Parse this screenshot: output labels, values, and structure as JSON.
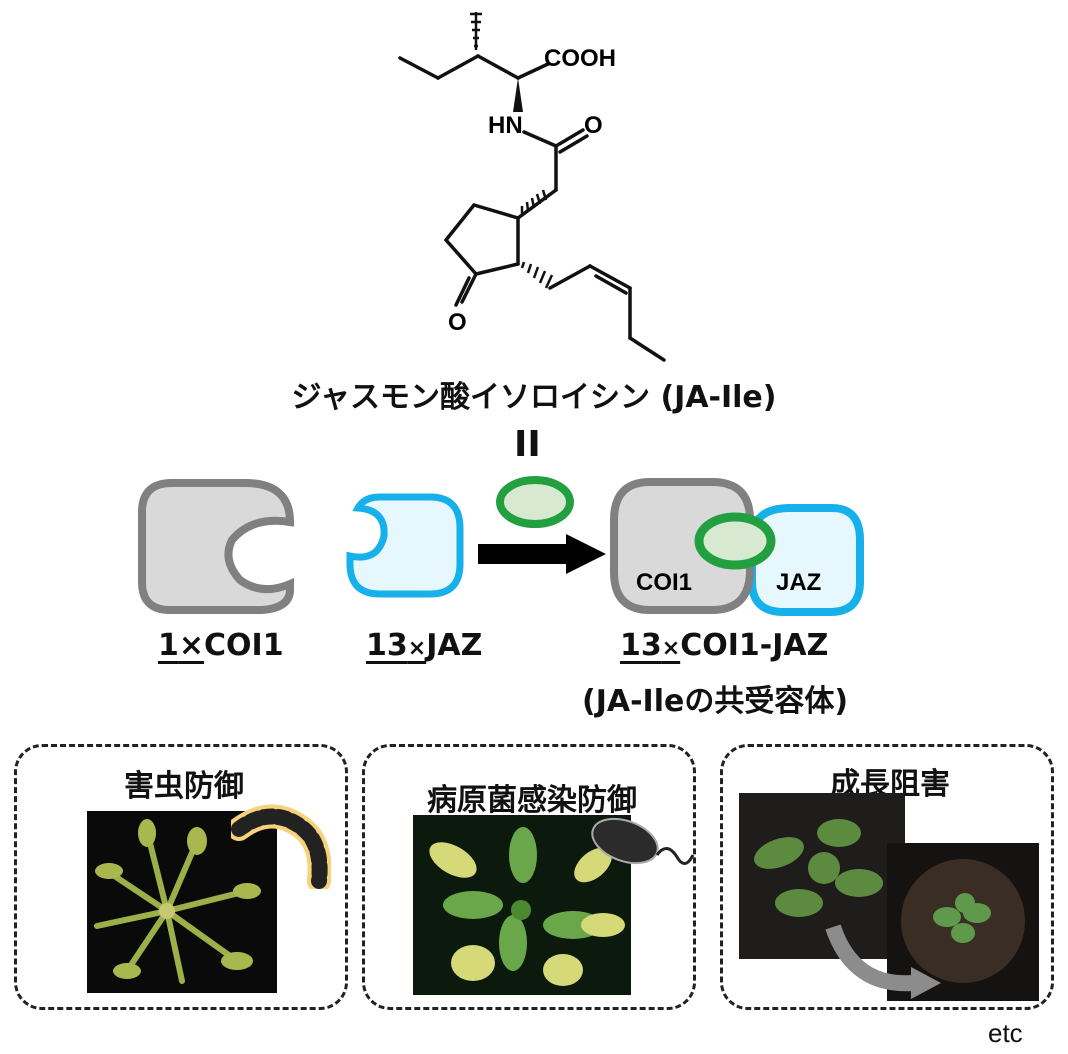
{
  "molecule": {
    "name": "ジャスモン酸イソロイシン (JA-Ile)",
    "atoms": {
      "cooh": "COOH",
      "hn": "HN",
      "o_amide": "O",
      "o_ketone": "O"
    }
  },
  "equals_sign": "II",
  "proteins": {
    "coi1": {
      "count": "1",
      "times": "×",
      "name": "COI1"
    },
    "jaz": {
      "count": "13",
      "times": "×",
      "name": "JAZ"
    },
    "complex": {
      "count": "13",
      "times": "×",
      "name": "COI1-JAZ",
      "subtitle": "(JA-Ileの共受容体)",
      "label_coi1": "COI1",
      "label_jaz": "JAZ"
    }
  },
  "panels": [
    {
      "title": "害虫防御"
    },
    {
      "title": "病原菌感染防御"
    },
    {
      "title": "成長阻害"
    }
  ],
  "etc": "etc",
  "colors": {
    "coi1_fill": "#d9d9d9",
    "coi1_stroke": "#808080",
    "jaz_fill": "#e6f7fd",
    "jaz_stroke": "#16b0ea",
    "ligand_fill": "#d7ead1",
    "ligand_stroke": "#22a040"
  }
}
